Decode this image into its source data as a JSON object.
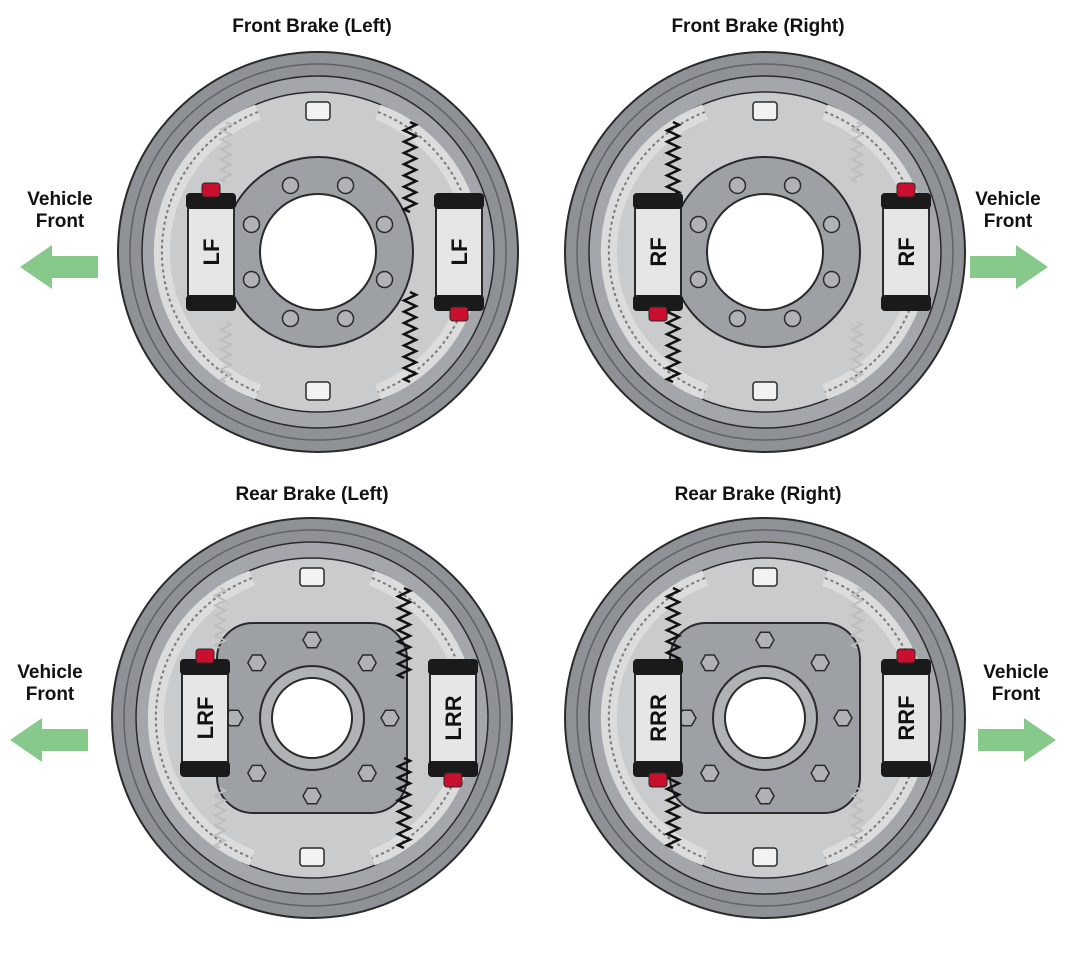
{
  "colors": {
    "drum_outer": "#8e9296",
    "drum_ring": "#a3a7ab",
    "backing_plate": "#c9cbcd",
    "hub": "#9da1a5",
    "hub_inner": "#b0b3b6",
    "shoe_lining": "#dcdcdc",
    "cylinder_body": "#e6e6e6",
    "cylinder_black_cup": "#1a1a1a",
    "cylinder_red_bleeder": "#c8102e",
    "spring_dark": "#111111",
    "spring_light": "#bdbdbd",
    "arrow": "#86c98a",
    "outline": "#2a2a2a"
  },
  "panels": [
    {
      "id": "front-left",
      "title": "Front Brake (Left)",
      "direction_label": [
        "Vehicle",
        "Front"
      ],
      "direction": "left",
      "hub_style": "front",
      "cylinders": [
        {
          "label": "LF",
          "side": "left",
          "red_end": "top"
        },
        {
          "label": "LF",
          "side": "right",
          "red_end": "bottom"
        }
      ],
      "dark_spring_side": "right"
    },
    {
      "id": "front-right",
      "title": "Front Brake (Right)",
      "direction_label": [
        "Vehicle",
        "Front"
      ],
      "direction": "right",
      "hub_style": "front",
      "cylinders": [
        {
          "label": "RF",
          "side": "left",
          "red_end": "bottom"
        },
        {
          "label": "RF",
          "side": "right",
          "red_end": "top"
        }
      ],
      "dark_spring_side": "left"
    },
    {
      "id": "rear-left",
      "title": "Rear Brake (Left)",
      "direction_label": [
        "Vehicle",
        "Front"
      ],
      "direction": "left",
      "hub_style": "rear",
      "cylinders": [
        {
          "label": "LRF",
          "side": "left",
          "red_end": "top"
        },
        {
          "label": "LRR",
          "side": "right",
          "red_end": "bottom"
        }
      ],
      "dark_spring_side": "right"
    },
    {
      "id": "rear-right",
      "title": "Rear Brake (Right)",
      "direction_label": [
        "Vehicle",
        "Front"
      ],
      "direction": "right",
      "hub_style": "rear",
      "cylinders": [
        {
          "label": "RRR",
          "side": "left",
          "red_end": "bottom"
        },
        {
          "label": "RRF",
          "side": "right",
          "red_end": "top"
        }
      ],
      "dark_spring_side": "left"
    }
  ]
}
